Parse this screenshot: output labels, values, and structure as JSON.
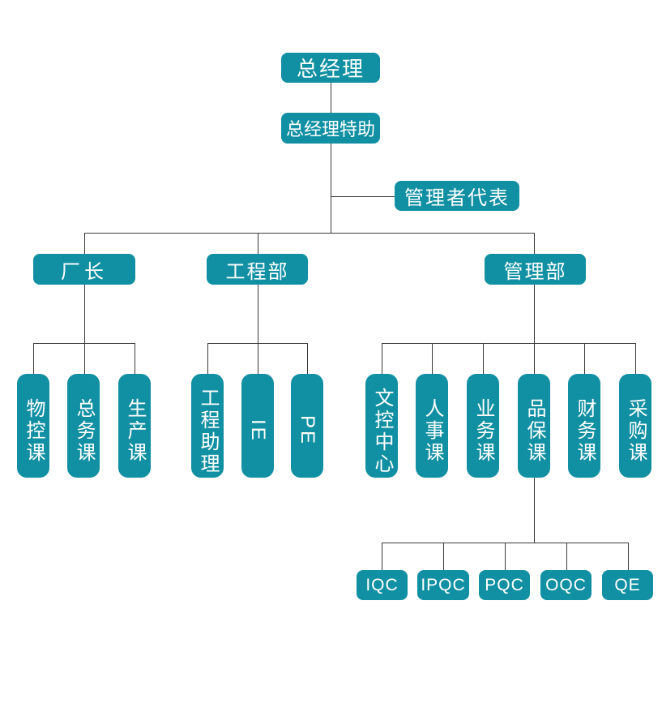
{
  "colors": {
    "box_fill": "#1290a3",
    "box_text": "#ffffff",
    "connector": "#3a3a3a",
    "background": "#ffffff"
  },
  "org_chart": {
    "type": "organization-chart",
    "nodes": {
      "general_manager": {
        "label": "总经理"
      },
      "gm_special_assistant": {
        "label": "总经理特助"
      },
      "management_representative": {
        "label": "管理者代表"
      },
      "factory_director": {
        "label": "厂长"
      },
      "engineering_dept": {
        "label": "工程部"
      },
      "management_dept": {
        "label": "管理部"
      },
      "material_control": {
        "label": "物控课"
      },
      "general_affairs": {
        "label": "总务课"
      },
      "production": {
        "label": "生产课"
      },
      "engineering_assistant": {
        "label": "工程助理"
      },
      "ie": {
        "label": "IE"
      },
      "pe": {
        "label": "PE"
      },
      "document_control_center": {
        "label": "文控中心"
      },
      "personnel": {
        "label": "人事课"
      },
      "business": {
        "label": "业务课"
      },
      "quality_assurance": {
        "label": "品保课"
      },
      "finance": {
        "label": "财务课"
      },
      "purchasing": {
        "label": "采购课"
      },
      "iqc": {
        "label": "IQC"
      },
      "ipqc": {
        "label": "IPQC"
      },
      "pqc": {
        "label": "PQC"
      },
      "oqc": {
        "label": "OQC"
      },
      "qe": {
        "label": "QE"
      }
    },
    "edges": [
      [
        "general_manager",
        "gm_special_assistant"
      ],
      [
        "gm_special_assistant",
        "management_representative"
      ],
      [
        "gm_special_assistant",
        "factory_director"
      ],
      [
        "gm_special_assistant",
        "engineering_dept"
      ],
      [
        "gm_special_assistant",
        "management_dept"
      ],
      [
        "factory_director",
        "material_control"
      ],
      [
        "factory_director",
        "general_affairs"
      ],
      [
        "factory_director",
        "production"
      ],
      [
        "engineering_dept",
        "engineering_assistant"
      ],
      [
        "engineering_dept",
        "ie"
      ],
      [
        "engineering_dept",
        "pe"
      ],
      [
        "management_dept",
        "document_control_center"
      ],
      [
        "management_dept",
        "personnel"
      ],
      [
        "management_dept",
        "business"
      ],
      [
        "management_dept",
        "quality_assurance"
      ],
      [
        "management_dept",
        "finance"
      ],
      [
        "management_dept",
        "purchasing"
      ],
      [
        "quality_assurance",
        "iqc"
      ],
      [
        "quality_assurance",
        "ipqc"
      ],
      [
        "quality_assurance",
        "pqc"
      ],
      [
        "quality_assurance",
        "oqc"
      ],
      [
        "quality_assurance",
        "qe"
      ]
    ]
  }
}
